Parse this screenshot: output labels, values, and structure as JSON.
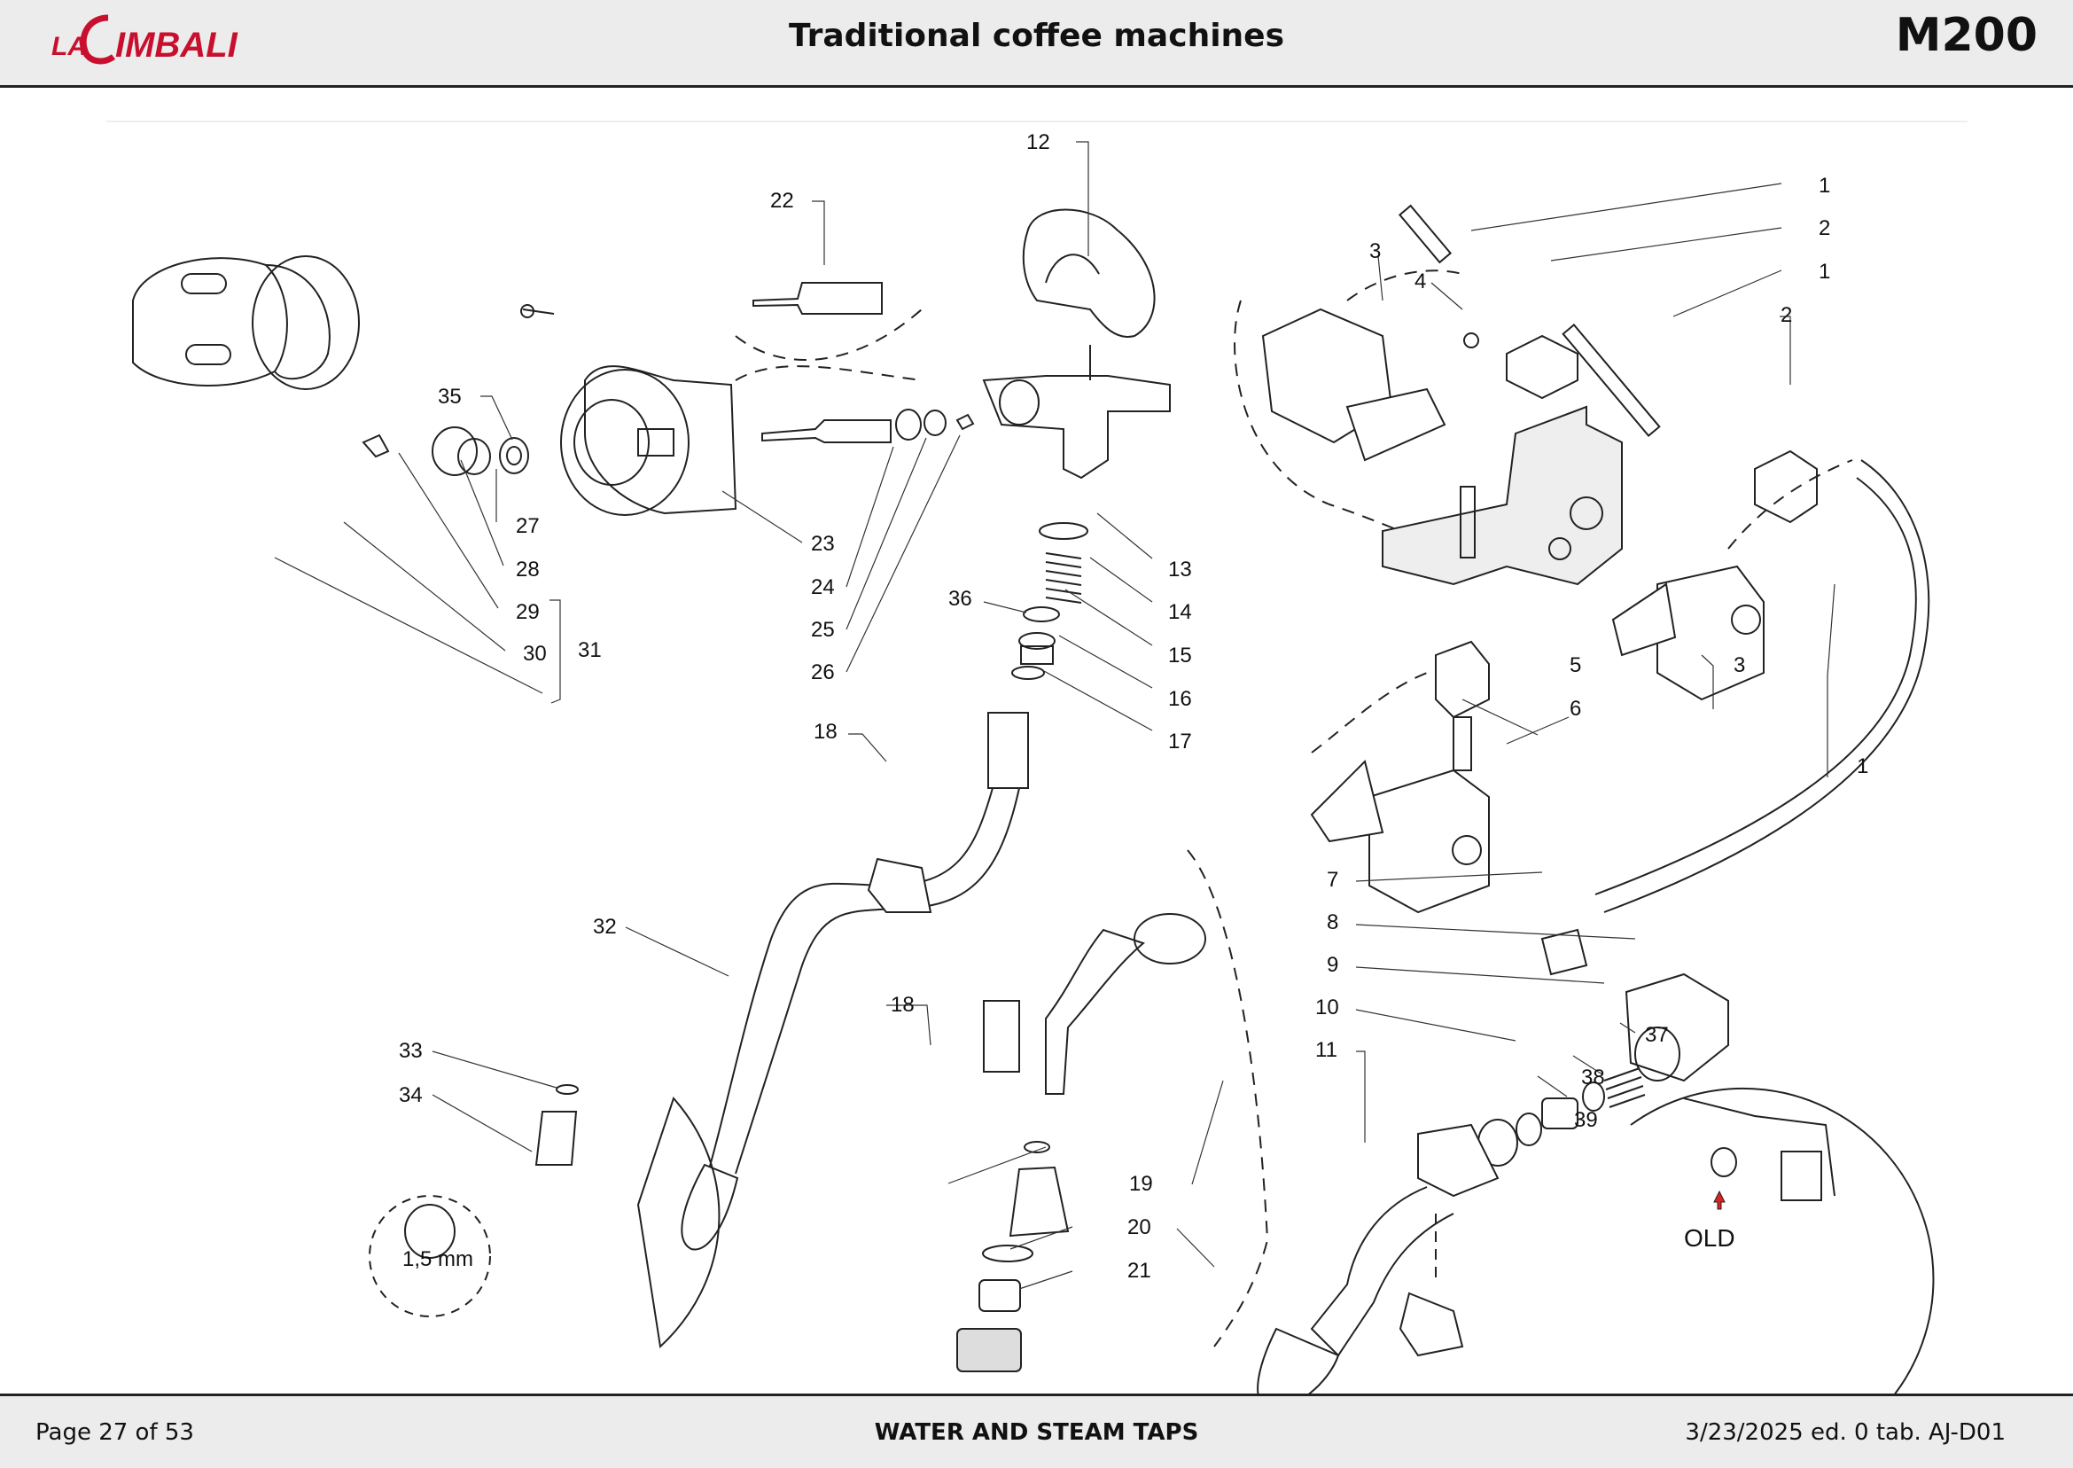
{
  "header": {
    "brand": "LA CIMBALI",
    "title": "Traditional coffee machines",
    "model": "M200"
  },
  "footer": {
    "page": "Page 27 of 53",
    "section": "WATER AND STEAM TAPS",
    "edition": "3/23/2025 ed. 0 tab. AJ-D01"
  },
  "diagram": {
    "callouts": [
      "1",
      "2",
      "1",
      "2",
      "3",
      "4",
      "3",
      "5",
      "6",
      "1",
      "7",
      "8",
      "9",
      "10",
      "11",
      "12",
      "13",
      "14",
      "15",
      "16",
      "17",
      "18",
      "18",
      "19",
      "20",
      "21",
      "22",
      "23",
      "24",
      "25",
      "26",
      "27",
      "28",
      "29",
      "30",
      "31",
      "32",
      "33",
      "34",
      "35",
      "36",
      "37",
      "38",
      "39"
    ],
    "notes": {
      "hole_size": "1,5 mm",
      "old_label": "OLD"
    }
  }
}
